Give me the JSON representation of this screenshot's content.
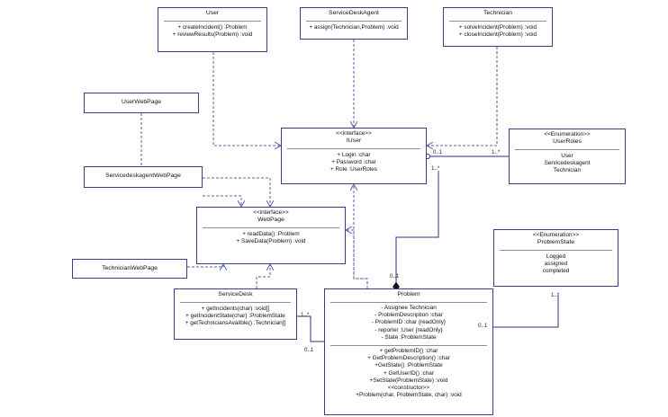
{
  "classes": {
    "user": {
      "title": "User",
      "methods": [
        "+ createIncident() :Problem",
        "+ reviewResults(Problem) :void"
      ]
    },
    "servicedeskagent": {
      "title": "ServiceDeskAgent",
      "methods": [
        "+ assign(Technician,Problem) :void"
      ]
    },
    "technician": {
      "title": "Technician",
      "methods": [
        "+ solveIncident(Problem) :void",
        "+ closeIncident(Problem) :void"
      ]
    },
    "userwebpage": {
      "title": "UserWebPage"
    },
    "servicedeskagentwebpage": {
      "title": "ServicedeskagentWebPage"
    },
    "technicianwebpage": {
      "title": "TechnicianWebPage"
    },
    "iuser": {
      "stereotype": "<<interface>>",
      "title": "IUser",
      "attributes": [
        "+ Login :char",
        "+ Password :char",
        "+ Role :UserRoles"
      ]
    },
    "userroles": {
      "stereotype": "<<Enumeration>>",
      "title": "UserRoles",
      "values": [
        "User",
        "Servicedeskagent",
        "Technician"
      ]
    },
    "webpage": {
      "stereotype": "<<interface>>",
      "title": "WebPage",
      "methods": [
        "+ readData() :Problem",
        "+ SaveData(Problem) :void"
      ]
    },
    "problemstate": {
      "stereotype": "<<Enumeration>>",
      "title": "ProblemState",
      "values": [
        "Logged",
        "assigned",
        "completed"
      ]
    },
    "servicedesk": {
      "title": "ServiceDesk",
      "methods": [
        "+ getIncidents(char) :void[]",
        "+ getIncidentState(char) :ProblemState",
        "+ getTechniciansAvalible() :Technician[]"
      ]
    },
    "problem": {
      "title": "Problem",
      "attributes": [
        "- Assignee Technician",
        "-  ProblemDescription :char",
        "- ProblemID :char {readOnly}",
        "- reporter :User {readOnly}",
        "- State :ProblemState"
      ],
      "methods": [
        "+ getProblemID() :char",
        "+ GetProblemDescription() :char",
        "+GetState() :ProblemState",
        "+ GetUserID() :char",
        "+SetState(ProblemState) :void"
      ],
      "constructor_label": "<<constructor>>",
      "constructor": "+Problem(char, ProblemState, char) :void"
    }
  },
  "multiplicities": {
    "iuser_userroles_left": "0..1",
    "iuser_userroles_right": "1..*",
    "iuser_problem_top": "1..*",
    "iuser_problem_bottom": "0..1",
    "problemstate_bottom": "1..*",
    "problemstate_problem": "0..1",
    "servicedesk_right": "1..*",
    "servicedesk_problem": "0..1"
  },
  "colors": {
    "border": "#3a3f8a",
    "dashed": "#5a5fb0",
    "solid": "#2a2f8a"
  }
}
